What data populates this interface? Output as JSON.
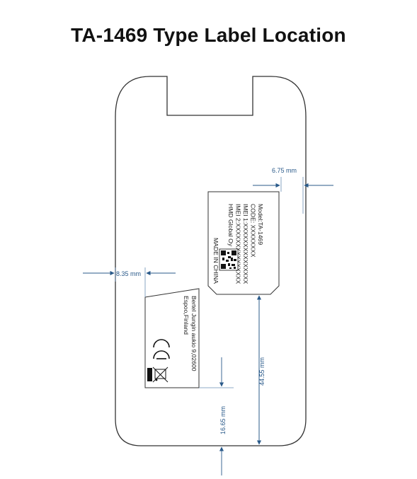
{
  "title": "TA-1469 Type Label Location",
  "label_top": {
    "lines": [
      "Model:TA-1469",
      "CODE: XXXXXXXX",
      "IMEI 1:XXXXXXXXXXXXXXX",
      "IMEI 2:XXXXXXXXXXXXXXX",
      "HMD Global Oy"
    ],
    "made_in": "MADE IN CHINA"
  },
  "label_bottom": {
    "lines": [
      "Bertel Jungin aukio 9,02600",
      "Espoo,Finland"
    ]
  },
  "dimensions": {
    "right_margin": "6.75 mm",
    "left_margin": "8.35 mm",
    "vertical_gap": "44.55 mm",
    "bottom_margin": "16.65 mm"
  },
  "colors": {
    "dimension": "#2a5a8a",
    "outline": "#333333"
  }
}
